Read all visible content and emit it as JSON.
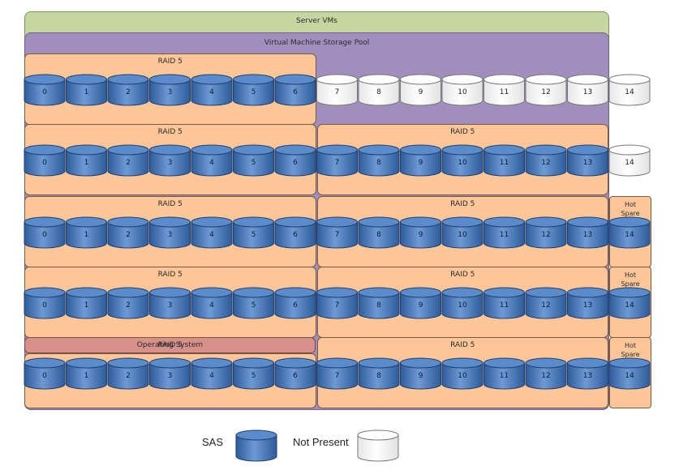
{
  "colors": {
    "server": "#c5d6a1",
    "pool": "#a08fbc",
    "raid": "#fcc699",
    "os": "#d8908a",
    "sas": "#4f7fc2",
    "not_present": "#ffffff"
  },
  "diagram": {
    "server_label": "Server VMs",
    "pool_label": "Virtual Machine Storage Pool",
    "os_label": "Operating System",
    "hot_spare_label": "Hot\nSpare",
    "rows": [
      {
        "groups": [
          {
            "label": "RAID 5",
            "disks": [
              0,
              6
            ]
          }
        ],
        "hot_spare": false,
        "disks": [
          {
            "n": "0",
            "type": "SAS"
          },
          {
            "n": "1",
            "type": "SAS"
          },
          {
            "n": "2",
            "type": "SAS"
          },
          {
            "n": "3",
            "type": "SAS"
          },
          {
            "n": "4",
            "type": "SAS"
          },
          {
            "n": "5",
            "type": "SAS"
          },
          {
            "n": "6",
            "type": "SAS"
          },
          {
            "n": "7",
            "type": "Not Present"
          },
          {
            "n": "8",
            "type": "Not Present"
          },
          {
            "n": "9",
            "type": "Not Present"
          },
          {
            "n": "10",
            "type": "Not Present"
          },
          {
            "n": "11",
            "type": "Not Present"
          },
          {
            "n": "12",
            "type": "Not Present"
          },
          {
            "n": "13",
            "type": "Not Present"
          },
          {
            "n": "14",
            "type": "Not Present"
          }
        ]
      },
      {
        "groups": [
          {
            "label": "RAID 5",
            "disks": [
              0,
              6
            ]
          },
          {
            "label": "RAID 5",
            "disks": [
              7,
              13
            ]
          }
        ],
        "hot_spare": false,
        "disks": [
          {
            "n": "0",
            "type": "SAS"
          },
          {
            "n": "1",
            "type": "SAS"
          },
          {
            "n": "2",
            "type": "SAS"
          },
          {
            "n": "3",
            "type": "SAS"
          },
          {
            "n": "4",
            "type": "SAS"
          },
          {
            "n": "5",
            "type": "SAS"
          },
          {
            "n": "6",
            "type": "SAS"
          },
          {
            "n": "7",
            "type": "SAS"
          },
          {
            "n": "8",
            "type": "SAS"
          },
          {
            "n": "9",
            "type": "SAS"
          },
          {
            "n": "10",
            "type": "SAS"
          },
          {
            "n": "11",
            "type": "SAS"
          },
          {
            "n": "12",
            "type": "SAS"
          },
          {
            "n": "13",
            "type": "SAS"
          },
          {
            "n": "14",
            "type": "Not Present"
          }
        ]
      },
      {
        "groups": [
          {
            "label": "RAID 5",
            "disks": [
              0,
              6
            ]
          },
          {
            "label": "RAID 5",
            "disks": [
              7,
              13
            ]
          }
        ],
        "hot_spare": true,
        "disks": [
          {
            "n": "0",
            "type": "SAS"
          },
          {
            "n": "1",
            "type": "SAS"
          },
          {
            "n": "2",
            "type": "SAS"
          },
          {
            "n": "3",
            "type": "SAS"
          },
          {
            "n": "4",
            "type": "SAS"
          },
          {
            "n": "5",
            "type": "SAS"
          },
          {
            "n": "6",
            "type": "SAS"
          },
          {
            "n": "7",
            "type": "SAS"
          },
          {
            "n": "8",
            "type": "SAS"
          },
          {
            "n": "9",
            "type": "SAS"
          },
          {
            "n": "10",
            "type": "SAS"
          },
          {
            "n": "11",
            "type": "SAS"
          },
          {
            "n": "12",
            "type": "SAS"
          },
          {
            "n": "13",
            "type": "SAS"
          },
          {
            "n": "14",
            "type": "SAS"
          }
        ]
      },
      {
        "groups": [
          {
            "label": "RAID 5",
            "disks": [
              0,
              6
            ]
          },
          {
            "label": "RAID 5",
            "disks": [
              7,
              13
            ]
          }
        ],
        "hot_spare": true,
        "disks": [
          {
            "n": "0",
            "type": "SAS"
          },
          {
            "n": "1",
            "type": "SAS"
          },
          {
            "n": "2",
            "type": "SAS"
          },
          {
            "n": "3",
            "type": "SAS"
          },
          {
            "n": "4",
            "type": "SAS"
          },
          {
            "n": "5",
            "type": "SAS"
          },
          {
            "n": "6",
            "type": "SAS"
          },
          {
            "n": "7",
            "type": "SAS"
          },
          {
            "n": "8",
            "type": "SAS"
          },
          {
            "n": "9",
            "type": "SAS"
          },
          {
            "n": "10",
            "type": "SAS"
          },
          {
            "n": "11",
            "type": "SAS"
          },
          {
            "n": "12",
            "type": "SAS"
          },
          {
            "n": "13",
            "type": "SAS"
          },
          {
            "n": "14",
            "type": "SAS"
          }
        ]
      },
      {
        "groups": [
          {
            "label": "RAID 5",
            "disks": [
              0,
              6
            ]
          },
          {
            "label": "RAID 5",
            "disks": [
              7,
              13
            ]
          }
        ],
        "hot_spare": true,
        "disks": [
          {
            "n": "0",
            "type": "SAS"
          },
          {
            "n": "1",
            "type": "SAS"
          },
          {
            "n": "2",
            "type": "SAS"
          },
          {
            "n": "3",
            "type": "SAS"
          },
          {
            "n": "4",
            "type": "SAS"
          },
          {
            "n": "5",
            "type": "SAS"
          },
          {
            "n": "6",
            "type": "SAS"
          },
          {
            "n": "7",
            "type": "SAS"
          },
          {
            "n": "8",
            "type": "SAS"
          },
          {
            "n": "9",
            "type": "SAS"
          },
          {
            "n": "10",
            "type": "SAS"
          },
          {
            "n": "11",
            "type": "SAS"
          },
          {
            "n": "12",
            "type": "SAS"
          },
          {
            "n": "13",
            "type": "SAS"
          },
          {
            "n": "14",
            "type": "SAS"
          }
        ]
      }
    ]
  },
  "legend": [
    {
      "label": "SAS",
      "type": "SAS"
    },
    {
      "label": "Not Present",
      "type": "Not Present"
    }
  ]
}
